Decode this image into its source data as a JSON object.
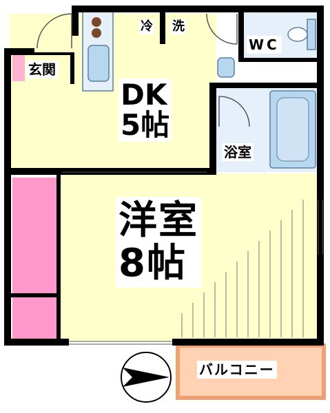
{
  "rooms": {
    "western_room": {
      "name": "洋室",
      "size": "8帖"
    },
    "dining_kitchen": {
      "name": "DK",
      "size": "5帖"
    },
    "bathroom": {
      "name": "浴室"
    },
    "toilet": {
      "name": "WC"
    },
    "entrance": {
      "name": "玄関"
    },
    "balcony": {
      "name": "バルコニー"
    },
    "fridge_space": {
      "name": "冷"
    },
    "washer_space": {
      "name": "洗"
    }
  },
  "colors": {
    "wall": "#000000",
    "room_floor": "#ffffcc",
    "wet_area": "#e6f0fa",
    "fixture": "#b7d7ef",
    "closet": "#ff99cc",
    "entrance_floor": "#ffb3d1",
    "balcony_floor": "#ffd2b3",
    "balcony_rail": "#f0a070"
  },
  "icons": {
    "compass": "north-arrow-icon"
  }
}
